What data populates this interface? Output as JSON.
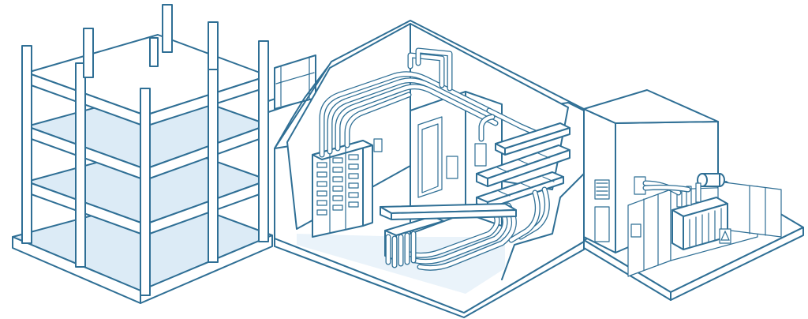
{
  "illustration": {
    "style": "isometric line art",
    "palette": {
      "line": "#2f6f95",
      "fill_light": "#dcebf6",
      "fill_pale": "#eaf3fa",
      "background": "#ffffff"
    },
    "scenes": [
      {
        "id": "building-frame",
        "icon": "concrete-frame-building-icon"
      },
      {
        "id": "electrical-room",
        "icon": "switchgear-room-icon"
      },
      {
        "id": "substation",
        "icon": "transformer-substation-icon"
      }
    ]
  }
}
